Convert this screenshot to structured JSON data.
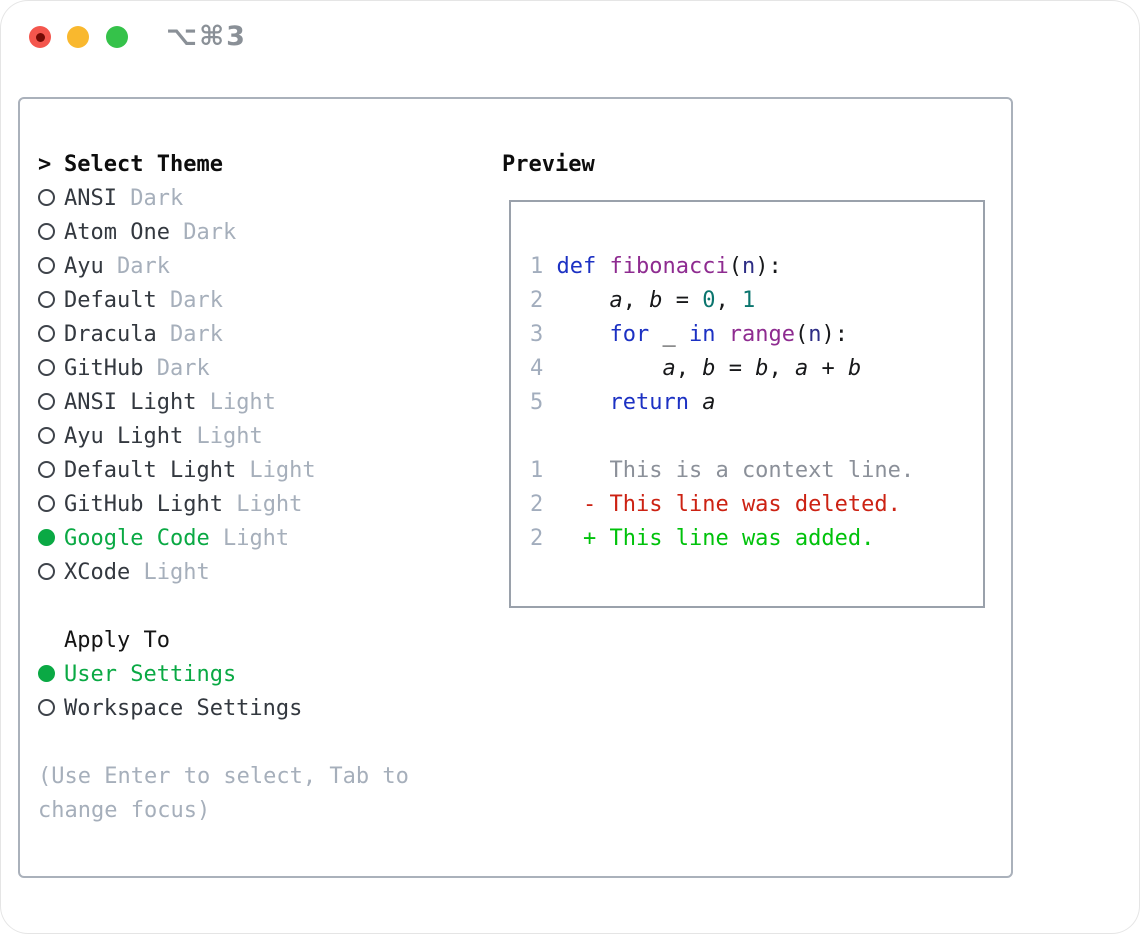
{
  "titlebar": {
    "shortcut": "⌥⌘3",
    "traffic_lights": [
      "close",
      "minimize",
      "zoom"
    ]
  },
  "theme_panel": {
    "title_prefix": ">",
    "title": "Select Theme",
    "items": [
      {
        "label": "ANSI",
        "variant": "Dark",
        "selected": false
      },
      {
        "label": "Atom One",
        "variant": "Dark",
        "selected": false
      },
      {
        "label": "Ayu",
        "variant": "Dark",
        "selected": false
      },
      {
        "label": "Default",
        "variant": "Dark",
        "selected": false
      },
      {
        "label": "Dracula",
        "variant": "Dark",
        "selected": false
      },
      {
        "label": "GitHub",
        "variant": "Dark",
        "selected": false
      },
      {
        "label": "ANSI Light",
        "variant": "Light",
        "selected": false
      },
      {
        "label": "Ayu Light",
        "variant": "Light",
        "selected": false
      },
      {
        "label": "Default Light",
        "variant": "Light",
        "selected": false
      },
      {
        "label": "GitHub Light",
        "variant": "Light",
        "selected": false
      },
      {
        "label": "Google Code",
        "variant": "Light",
        "selected": true
      },
      {
        "label": "XCode",
        "variant": "Light",
        "selected": false
      }
    ],
    "apply_to": {
      "title": "Apply To",
      "options": [
        {
          "label": "User Settings",
          "selected": true
        },
        {
          "label": "Workspace Settings",
          "selected": false
        }
      ]
    },
    "hint_line1": "(Use Enter to select, Tab to",
    "hint_line2": "change focus)"
  },
  "preview": {
    "title": "Preview",
    "code_lines": [
      {
        "num": "1",
        "tokens": [
          [
            "kwd",
            "def"
          ],
          [
            "pln",
            " "
          ],
          [
            "typ",
            "fibonacci"
          ],
          [
            "pln",
            "("
          ],
          [
            "param",
            "n"
          ],
          [
            "pln",
            "):"
          ]
        ]
      },
      {
        "num": "2",
        "tokens": [
          [
            "pln",
            "    "
          ],
          [
            "var",
            "a"
          ],
          [
            "pln",
            ", "
          ],
          [
            "var",
            "b"
          ],
          [
            "pln",
            " = "
          ],
          [
            "lit",
            "0"
          ],
          [
            "pln",
            ", "
          ],
          [
            "lit",
            "1"
          ]
        ]
      },
      {
        "num": "3",
        "tokens": [
          [
            "pln",
            "    "
          ],
          [
            "kwd",
            "for"
          ],
          [
            "pln",
            " _ "
          ],
          [
            "kwd",
            "in"
          ],
          [
            "pln",
            " "
          ],
          [
            "typ",
            "range"
          ],
          [
            "pln",
            "("
          ],
          [
            "param",
            "n"
          ],
          [
            "pln",
            "):"
          ]
        ]
      },
      {
        "num": "4",
        "tokens": [
          [
            "pln",
            "        "
          ],
          [
            "var",
            "a"
          ],
          [
            "pln",
            ", "
          ],
          [
            "var",
            "b"
          ],
          [
            "pln",
            " = "
          ],
          [
            "var",
            "b"
          ],
          [
            "pln",
            ", "
          ],
          [
            "var",
            "a"
          ],
          [
            "pln",
            " + "
          ],
          [
            "var",
            "b"
          ]
        ]
      },
      {
        "num": "5",
        "tokens": [
          [
            "pln",
            "    "
          ],
          [
            "kwd",
            "return"
          ],
          [
            "pln",
            " "
          ],
          [
            "var",
            "a"
          ]
        ]
      }
    ],
    "diff_lines": [
      {
        "num": "1",
        "prefix": " ",
        "text": "This is a context line.",
        "type": "context"
      },
      {
        "num": "2",
        "prefix": "-",
        "text": "This line was deleted.",
        "type": "deleted"
      },
      {
        "num": "2",
        "prefix": "+",
        "text": "This line was added.",
        "type": "added"
      }
    ]
  },
  "colors": {
    "selected_green": "#0aa944",
    "added_green": "#00c20b",
    "deleted_red": "#cc2213",
    "context_gray": "#8b9099",
    "keyword_blue": "#1c31c3",
    "type_purple": "#8e2b90",
    "literal_teal": "#0b756e",
    "muted_gray": "#a6afbb",
    "line_number_gray": "#a2adbd",
    "panel_border": "#aab1bb",
    "traffic_red": "#f4564d",
    "traffic_yellow": "#f9b82e",
    "traffic_green": "#35c24a"
  }
}
